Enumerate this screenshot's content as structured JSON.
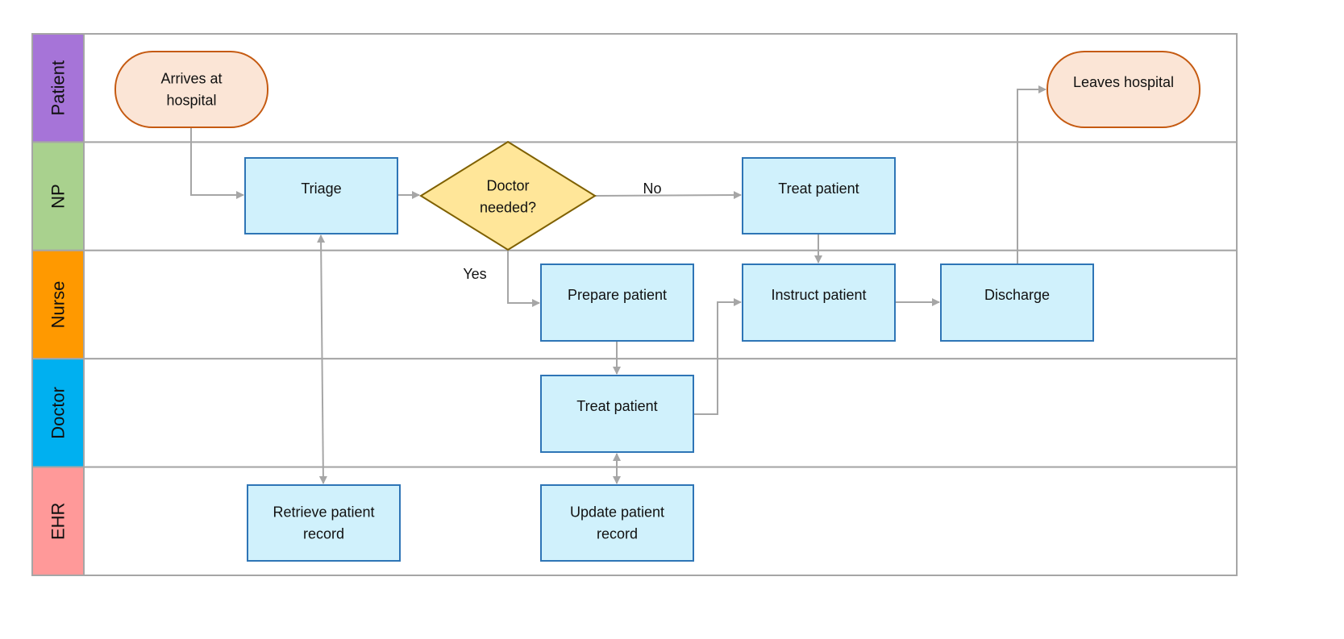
{
  "colors": {
    "lane_border": "#a6a6a6",
    "edge": "#a6a6a6",
    "terminal_fill": "#fbe5d6",
    "terminal_stroke": "#c55a11",
    "process_fill": "#d0f1fc",
    "process_stroke": "#2e75b6",
    "decision_fill": "#ffe699",
    "decision_stroke": "#7f6000"
  },
  "lanes": [
    {
      "id": "patient",
      "label": "Patient",
      "color": "#a674d8"
    },
    {
      "id": "np",
      "label": "NP",
      "color": "#a9d18e"
    },
    {
      "id": "nurse",
      "label": "Nurse",
      "color": "#ff9900"
    },
    {
      "id": "doctor",
      "label": "Doctor",
      "color": "#00b0f0"
    },
    {
      "id": "ehr",
      "label": "EHR",
      "color": "#ff9999"
    }
  ],
  "nodes": [
    {
      "id": "arrives",
      "type": "terminal",
      "lines": [
        "Arrives at",
        "hospital"
      ]
    },
    {
      "id": "leaves",
      "type": "terminal",
      "lines": [
        "Leaves hospital"
      ]
    },
    {
      "id": "triage",
      "type": "process",
      "lines": [
        "Triage"
      ]
    },
    {
      "id": "doctor-needed",
      "type": "decision",
      "lines": [
        "Doctor",
        "needed?"
      ]
    },
    {
      "id": "np-treat",
      "type": "process",
      "lines": [
        "Treat patient"
      ]
    },
    {
      "id": "prepare",
      "type": "process",
      "lines": [
        "Prepare patient"
      ]
    },
    {
      "id": "instruct",
      "type": "process",
      "lines": [
        "Instruct patient"
      ]
    },
    {
      "id": "discharge",
      "type": "process",
      "lines": [
        "Discharge"
      ]
    },
    {
      "id": "doctor-treat",
      "type": "process",
      "lines": [
        "Treat patient"
      ]
    },
    {
      "id": "retrieve",
      "type": "process",
      "lines": [
        "Retrieve patient",
        "record"
      ]
    },
    {
      "id": "update",
      "type": "process",
      "lines": [
        "Update patient",
        "record"
      ]
    }
  ],
  "edges": [
    {
      "id": "arrives-triage",
      "from": "arrives",
      "to": "triage",
      "label": ""
    },
    {
      "id": "triage-decision",
      "from": "triage",
      "to": "doctor-needed",
      "label": ""
    },
    {
      "id": "decision-no",
      "from": "doctor-needed",
      "to": "np-treat",
      "label": "No"
    },
    {
      "id": "decision-yes",
      "from": "doctor-needed",
      "to": "prepare",
      "label": "Yes"
    },
    {
      "id": "nptreat-instruct",
      "from": "np-treat",
      "to": "instruct",
      "label": ""
    },
    {
      "id": "prepare-doctortreat",
      "from": "prepare",
      "to": "doctor-treat",
      "label": ""
    },
    {
      "id": "doctortreat-instruct",
      "from": "doctor-treat",
      "to": "instruct",
      "label": ""
    },
    {
      "id": "instruct-discharge",
      "from": "instruct",
      "to": "discharge",
      "label": ""
    },
    {
      "id": "discharge-leaves",
      "from": "discharge",
      "to": "leaves",
      "label": ""
    },
    {
      "id": "triage-retrieve",
      "from": "triage",
      "to": "retrieve",
      "label": "",
      "bidirectional": true
    },
    {
      "id": "doctortreat-update",
      "from": "doctor-treat",
      "to": "update",
      "label": "",
      "bidirectional": true
    }
  ]
}
